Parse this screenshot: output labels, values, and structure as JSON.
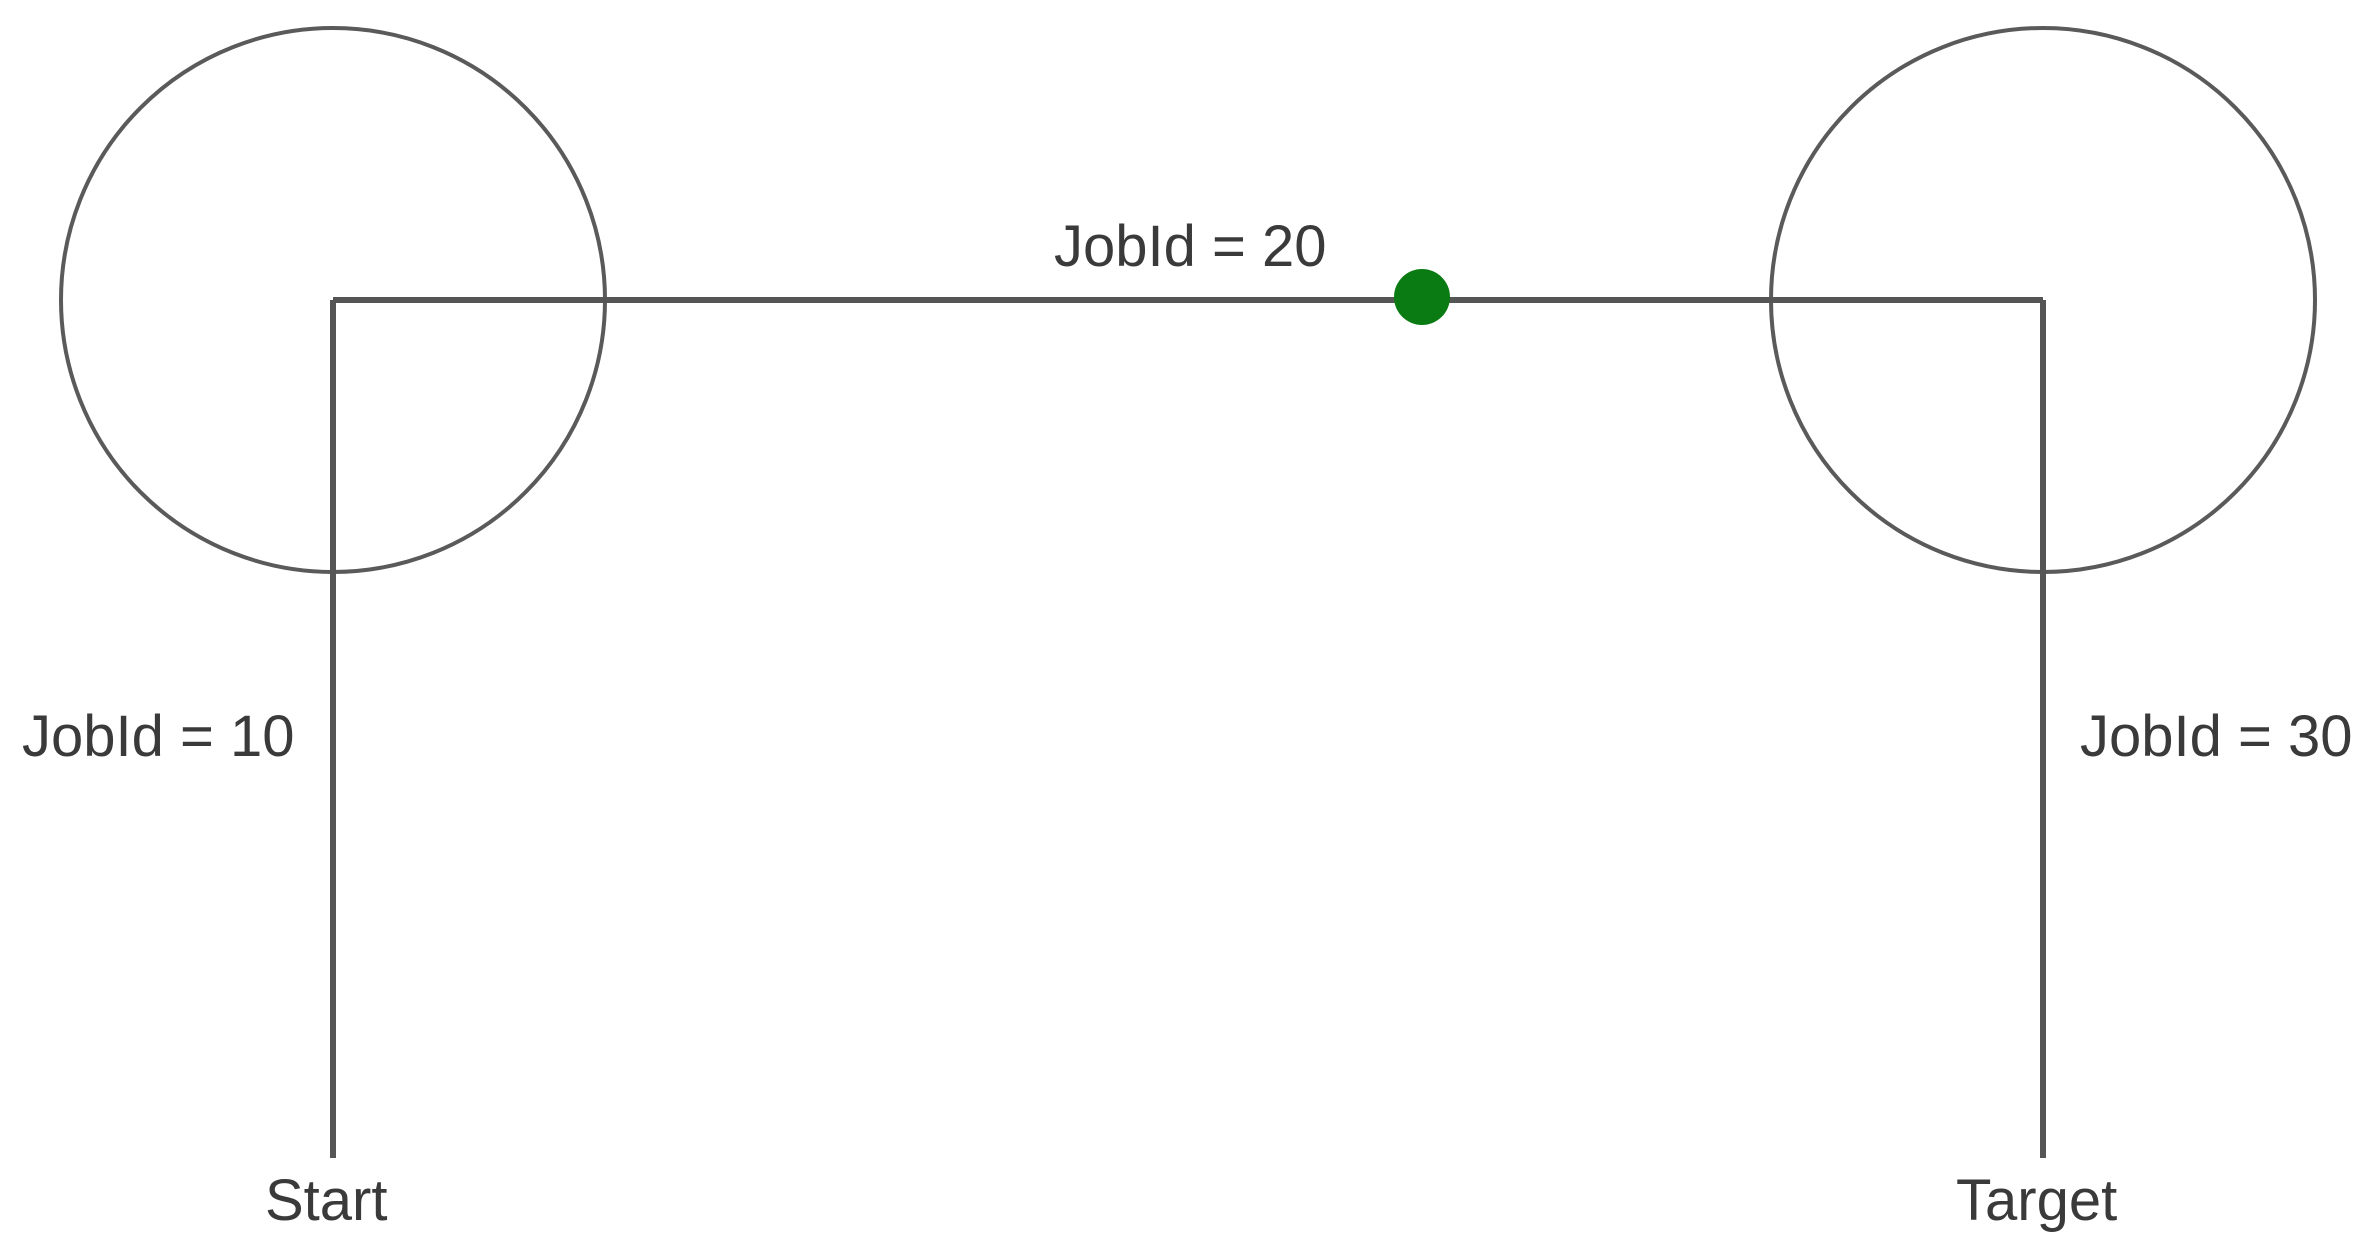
{
  "segments": [
    {
      "label": "JobId = 10"
    },
    {
      "label": "JobId = 20"
    },
    {
      "label": "JobId = 30"
    }
  ],
  "endpoints": {
    "start": "Start",
    "target": "Target"
  },
  "colors": {
    "line": "#555555",
    "circle": "#5a5a5a",
    "marker": "#0a7a12",
    "text": "#3a3a3a"
  }
}
